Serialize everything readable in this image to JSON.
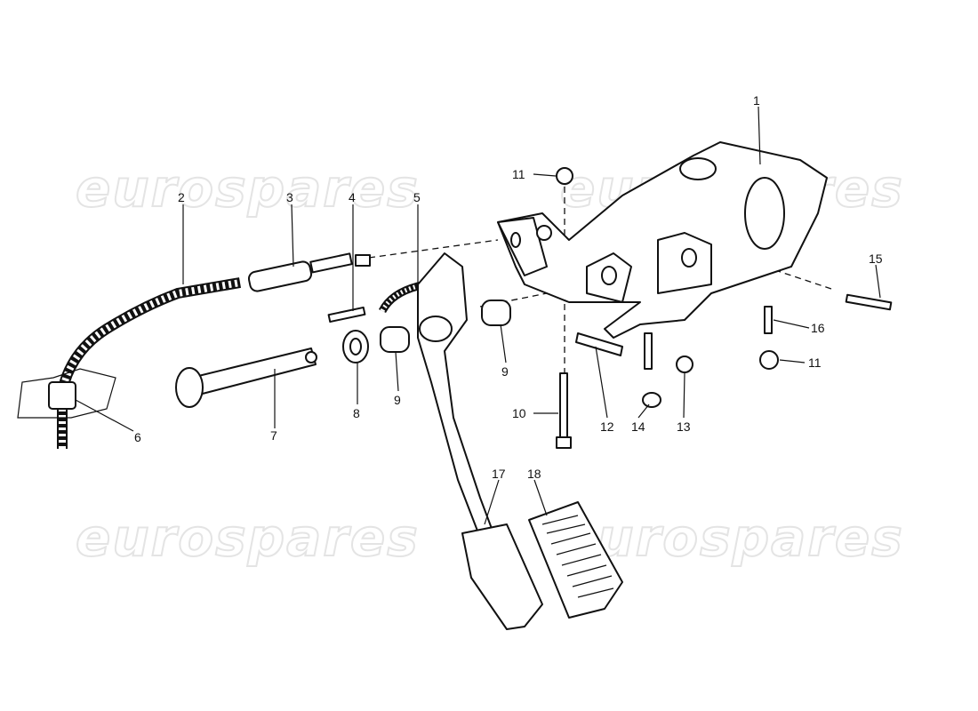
{
  "watermark": {
    "text": "eurospares",
    "color": "#e4e4e4"
  },
  "callouts": [
    {
      "id": "1",
      "label": "1"
    },
    {
      "id": "2",
      "label": "2"
    },
    {
      "id": "3",
      "label": "3"
    },
    {
      "id": "4",
      "label": "4"
    },
    {
      "id": "5",
      "label": "5"
    },
    {
      "id": "6",
      "label": "6"
    },
    {
      "id": "7",
      "label": "7"
    },
    {
      "id": "8",
      "label": "8"
    },
    {
      "id": "9a",
      "label": "9"
    },
    {
      "id": "9b",
      "label": "9"
    },
    {
      "id": "10",
      "label": "10"
    },
    {
      "id": "11a",
      "label": "11"
    },
    {
      "id": "11b",
      "label": "11"
    },
    {
      "id": "12",
      "label": "12"
    },
    {
      "id": "13",
      "label": "13"
    },
    {
      "id": "14",
      "label": "14"
    },
    {
      "id": "15",
      "label": "15"
    },
    {
      "id": "16",
      "label": "16"
    },
    {
      "id": "17",
      "label": "17"
    },
    {
      "id": "18",
      "label": "18"
    }
  ]
}
